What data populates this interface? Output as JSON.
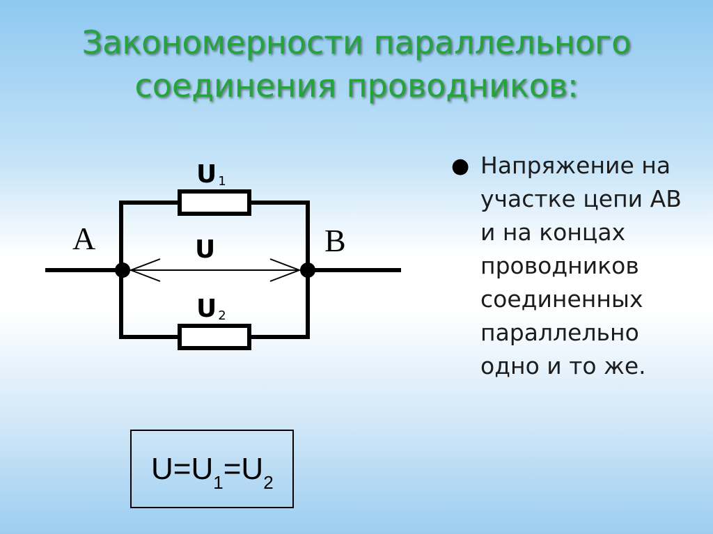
{
  "slide": {
    "title_line1": "Закономерности параллельного",
    "title_line2": "соединения проводников:"
  },
  "circuit": {
    "node_a_label": "A",
    "node_b_label": "B",
    "voltage_u": "U",
    "voltage_u1_main": "U",
    "voltage_u1_sub": "1",
    "voltage_u2_main": "U",
    "voltage_u2_sub": "2"
  },
  "bullet": {
    "text": "Напряжение на участке цепи АВ и на концах проводников соединенных параллельно одно и то же."
  },
  "formula": {
    "part1": "U=U",
    "sub1": "1",
    "part2": "=U",
    "sub2": "2"
  },
  "colors": {
    "title": "#26a33a",
    "wire": "#000000",
    "resistor_fill": "#ffffff"
  }
}
